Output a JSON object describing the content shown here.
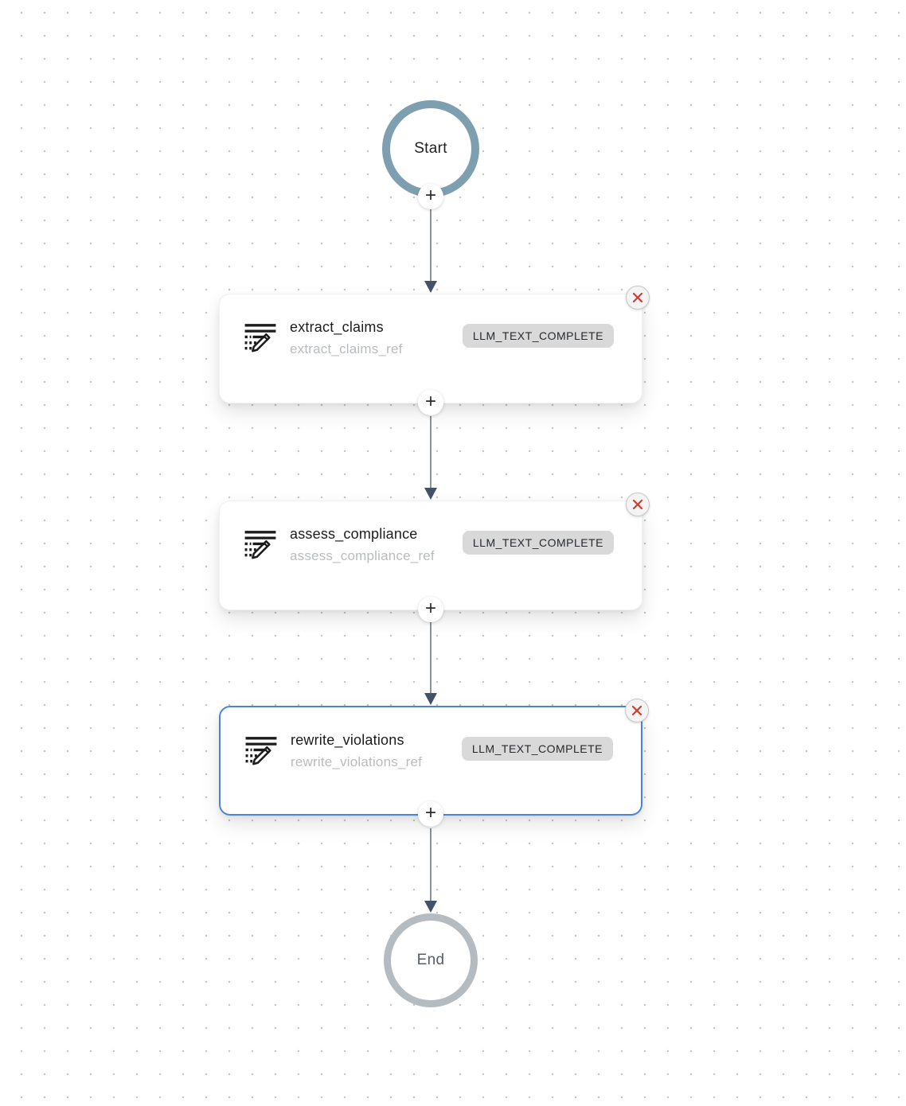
{
  "flow": {
    "start": {
      "label": "Start"
    },
    "end": {
      "label": "End"
    },
    "nodes": [
      {
        "title": "extract_claims",
        "subtitle": "extract_claims_ref",
        "badge": "LLM_TEXT_COMPLETE",
        "selected": false
      },
      {
        "title": "assess_compliance",
        "subtitle": "assess_compliance_ref",
        "badge": "LLM_TEXT_COMPLETE",
        "selected": false
      },
      {
        "title": "rewrite_violations",
        "subtitle": "rewrite_violations_ref",
        "badge": "LLM_TEXT_COMPLETE",
        "selected": true
      }
    ]
  },
  "controls": {
    "add_step": "+"
  },
  "colors": {
    "selected_border": "#4b82e0",
    "start_ring": "#7d9fb0",
    "end_ring": "#b4bbc1",
    "badge_bg": "#d9d9d9",
    "close_x": "#d3392c",
    "arrow": "#42526b",
    "line": "#8b9299",
    "dot": "#c6c6c6"
  }
}
